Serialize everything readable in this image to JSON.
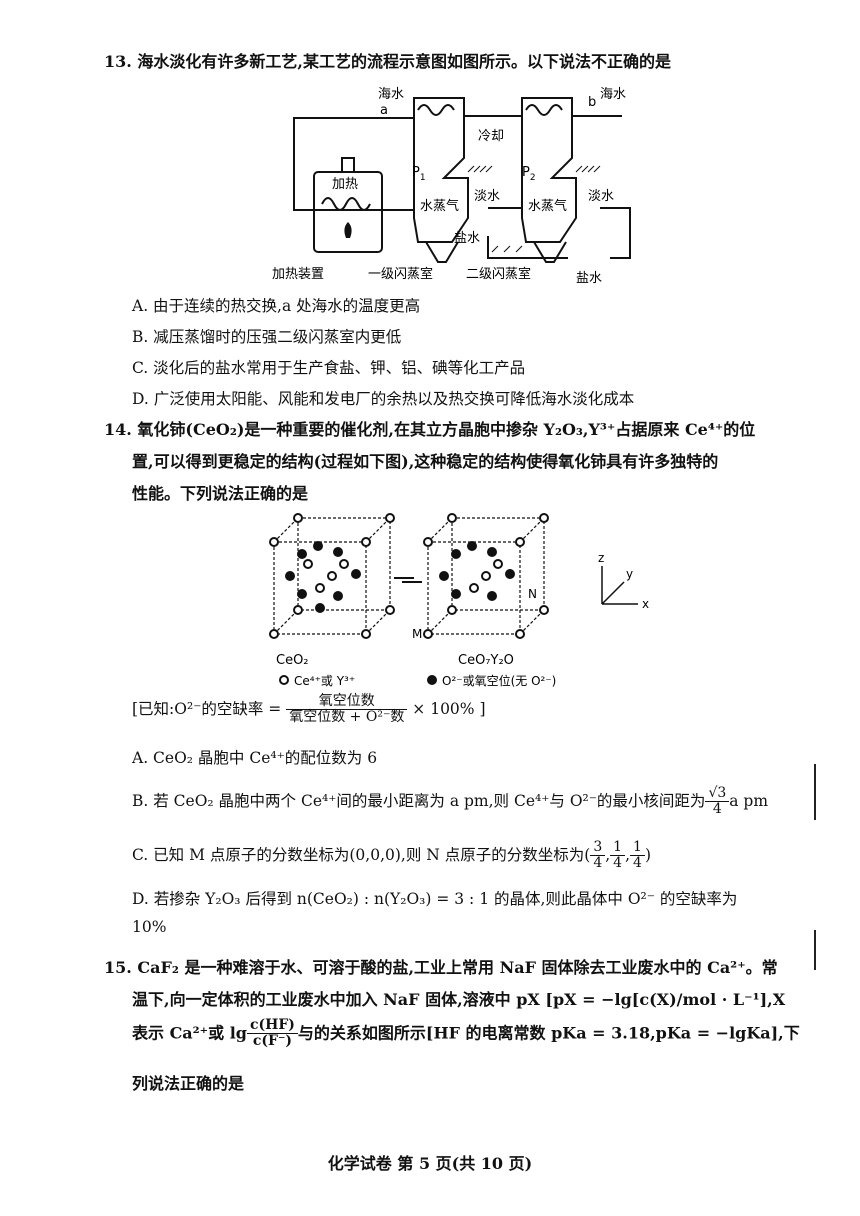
{
  "q13": {
    "stem": "13. 海水淡化有许多新工艺,某工艺的流程示意图如图所示。以下说法不正确的是",
    "figure": {
      "seawater_left": "海水",
      "a": "a",
      "b": "b",
      "seawater_right": "海水",
      "cooling": "冷却",
      "heating": "加热",
      "p1": "P",
      "p1_sub": "1",
      "p2": "P",
      "p2_sub": "2",
      "fresh_water_1": "淡水",
      "fresh_water_2": "淡水",
      "vapor_1": "水蒸气",
      "vapor_2": "水蒸气",
      "brine_1": "盐水",
      "brine_2": "盐水",
      "heater_label": "加热装置",
      "stage1_label": "一级闪蒸室",
      "stage2_label": "二级闪蒸室"
    },
    "options": [
      "A. 由于连续的热交换,a 处海水的温度更高",
      "B. 减压蒸馏时的压强二级闪蒸室内更低",
      "C. 淡化后的盐水常用于生产食盐、钾、铝、碘等化工产品",
      "D. 广泛使用太阳能、风能和发电厂的余热以及热交换可降低海水淡化成本"
    ]
  },
  "q14": {
    "stem_1": "14. 氧化铈(CeO₂)是一种重要的催化剂,在其立方晶胞中掺杂 Y₂O₃,Y³⁺占据原来 Ce⁴⁺的位",
    "stem_2": "置,可以得到更稳定的结构(过程如下图),这种稳定的结构使得氧化铈具有许多独特的",
    "stem_3": "性能。下列说法正确的是",
    "figure": {
      "cell1_label": "CeO₂",
      "cell2_label": "CeO₇Y₂O",
      "m": "M",
      "n": "N",
      "axis_z": "z",
      "axis_y": "y",
      "axis_x": "x",
      "legend_open": "Ce⁴⁺或 Y³⁺",
      "legend_filled": "O²⁻或氧空位(无 O²⁻)"
    },
    "known_prefix": "[已知:O²⁻的空缺率 =",
    "known_num": "氧空位数",
    "known_den": "氧空位数 + O²⁻数",
    "known_suffix": "× 100% ]",
    "optA": "A. CeO₂ 晶胞中 Ce⁴⁺的配位数为 6",
    "optB_1": "B. 若 CeO₂ 晶胞中两个 Ce⁴⁺间的最小距离为 a pm,则 Ce⁴⁺与 O²⁻的最小核间距为",
    "optB_num": "√3",
    "optB_den": "4",
    "optB_2": "a pm",
    "optC_1": "C. 已知 M 点原子的分数坐标为(0,0,0),则 N 点原子的分数坐标为(",
    "optC_f1n": "3",
    "optC_f1d": "4",
    "optC_f2n": "1",
    "optC_f2d": "4",
    "optC_f3n": "1",
    "optC_f3d": "4",
    "optC_comma": ",",
    "optC_2": ")",
    "optD_1": "D. 若掺杂 Y₂O₃ 后得到 n(CeO₂) : n(Y₂O₃) = 3 : 1 的晶体,则此晶体中 O²⁻ 的空缺率为",
    "optD_2": "10%"
  },
  "q15": {
    "stem_1": "15. CaF₂ 是一种难溶于水、可溶于酸的盐,工业上常用 NaF 固体除去工业废水中的 Ca²⁺。常",
    "stem_2": "温下,向一定体积的工业废水中加入 NaF 固体,溶液中 pX [pX = −lg[c(X)/mol · L⁻¹],X",
    "stem_3a": "表示 Ca²⁺或 lg",
    "stem_3_num": "c(HF)",
    "stem_3_den": "c(F⁻)",
    "stem_3b": "与的关系如图所示[HF 的电离常数 pKa = 3.18,pKa = −lgKa],下",
    "stem_4": "列说法正确的是"
  },
  "footer": "化学试卷   第 5 页(共 10 页)"
}
